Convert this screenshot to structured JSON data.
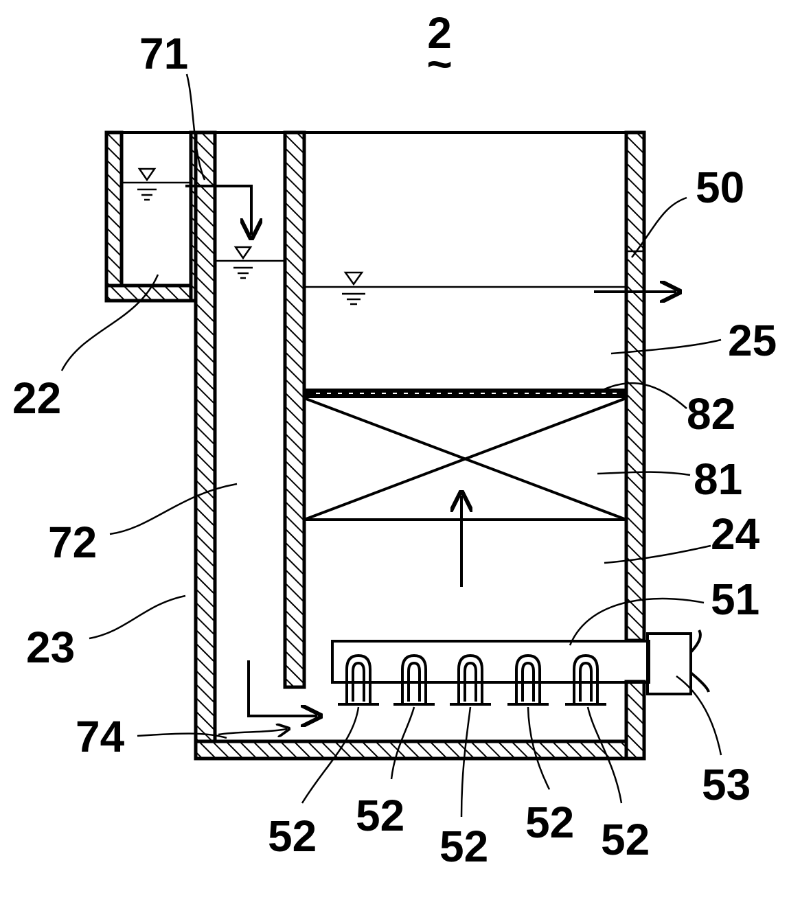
{
  "figure": {
    "number": "2",
    "number_mark": "~",
    "labels": {
      "l71": "71",
      "l50": "50",
      "l22": "22",
      "l25": "25",
      "l82": "82",
      "l81": "81",
      "l72": "72",
      "l24": "24",
      "l51": "51",
      "l23": "23",
      "l74": "74",
      "l53": "53",
      "l52a": "52",
      "l52b": "52",
      "l52c": "52",
      "l52d": "52",
      "l52e": "52"
    }
  }
}
